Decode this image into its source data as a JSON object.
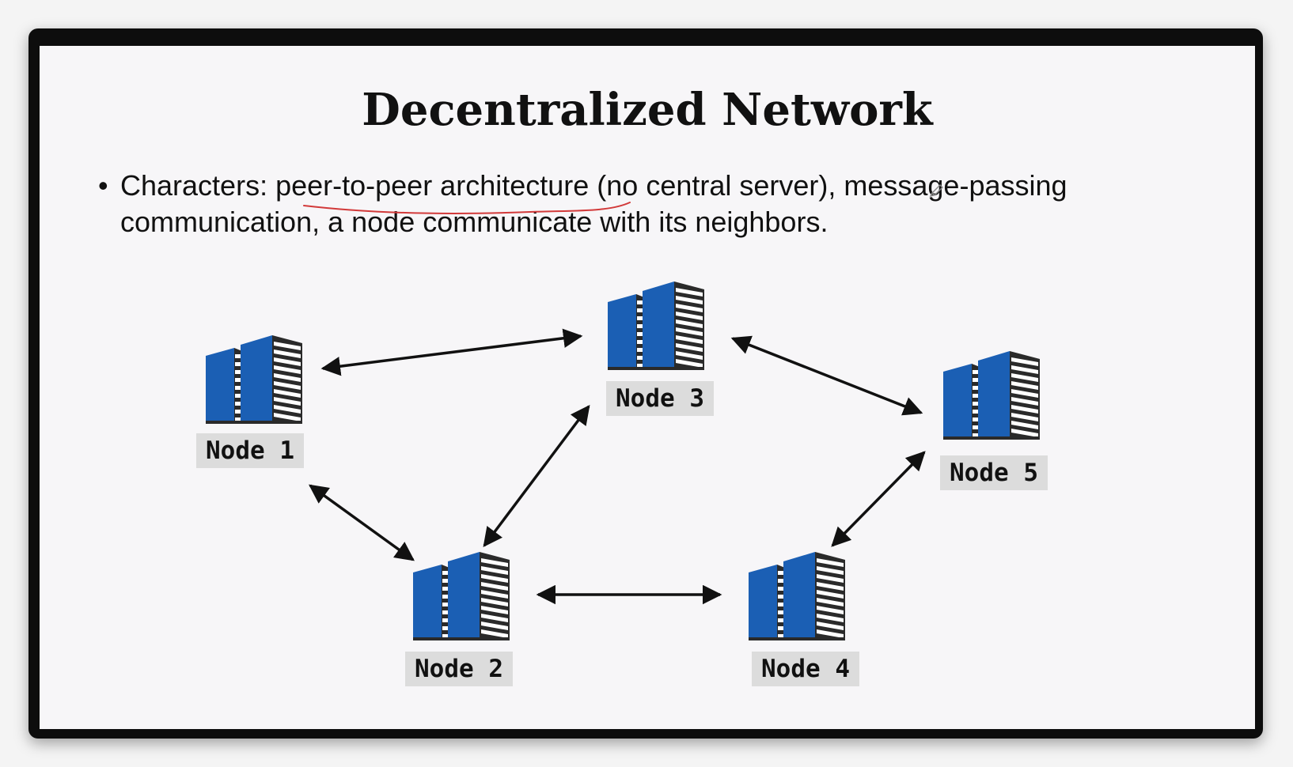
{
  "slide": {
    "title": "Decentralized Network",
    "bullet": {
      "marker": "•",
      "text_before": "Characters: ",
      "underlined": "peer-to-peer architecture",
      "text_after": " (no central server), message-passing communication, a node communicate with its neighbors."
    }
  },
  "diagram": {
    "nodes": [
      {
        "id": "node1",
        "label": "Node 1",
        "icon": "building-icon"
      },
      {
        "id": "node2",
        "label": "Node 2",
        "icon": "building-icon"
      },
      {
        "id": "node3",
        "label": "Node 3",
        "icon": "building-icon"
      },
      {
        "id": "node4",
        "label": "Node 4",
        "icon": "building-icon"
      },
      {
        "id": "node5",
        "label": "Node 5",
        "icon": "building-icon"
      }
    ],
    "edges": [
      {
        "from": "node1",
        "to": "node3",
        "direction": "both"
      },
      {
        "from": "node1",
        "to": "node2",
        "direction": "both"
      },
      {
        "from": "node2",
        "to": "node3",
        "direction": "both"
      },
      {
        "from": "node2",
        "to": "node4",
        "direction": "both"
      },
      {
        "from": "node3",
        "to": "node5",
        "direction": "both"
      },
      {
        "from": "node4",
        "to": "node5",
        "direction": "both"
      }
    ]
  },
  "colors": {
    "building_blue": "#1b5fb4",
    "building_dark": "#2a2a2a",
    "label_bg": "#dcdcdc",
    "annotation": "#d23a3a"
  }
}
